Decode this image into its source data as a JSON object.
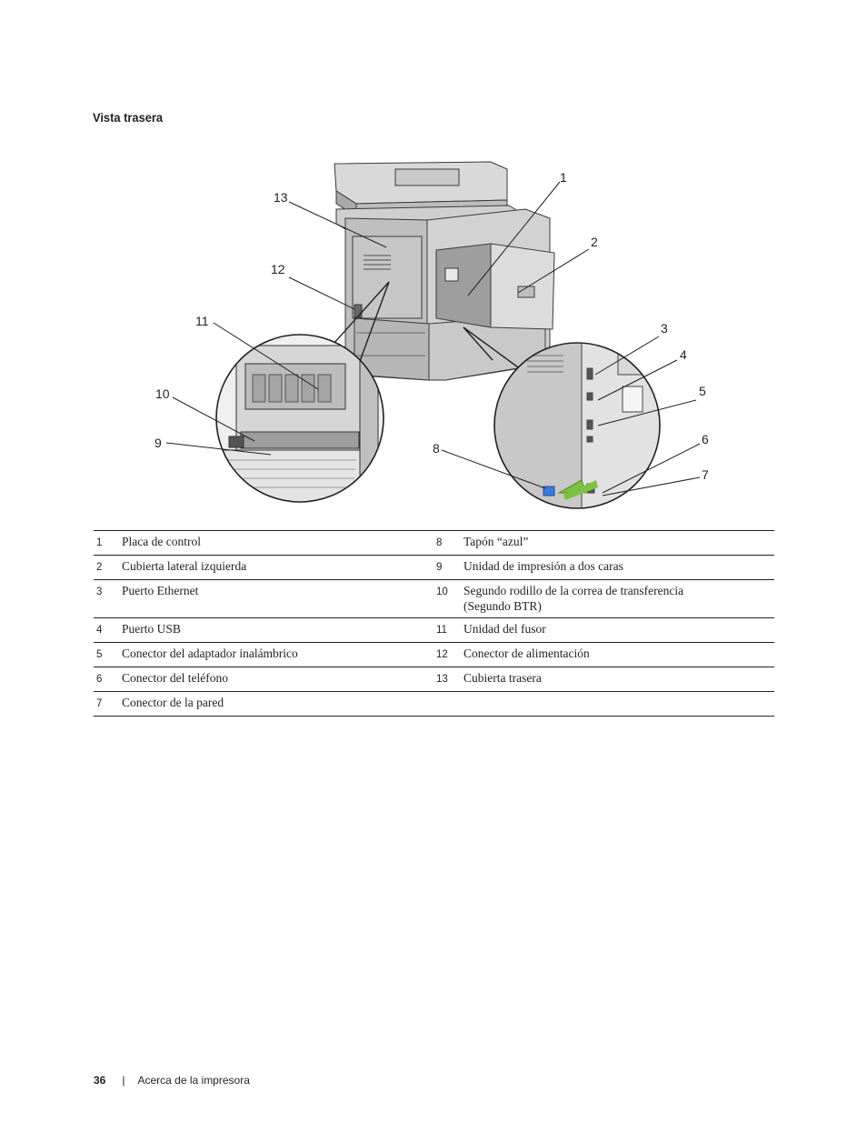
{
  "section_title": "Vista trasera",
  "callouts": [
    "1",
    "2",
    "3",
    "4",
    "5",
    "6",
    "7",
    "8",
    "9",
    "10",
    "11",
    "12",
    "13"
  ],
  "legend": [
    {
      "left_num": "1",
      "left_label": "Placa de control",
      "right_num": "8",
      "right_label": "Tapón “azul”"
    },
    {
      "left_num": "2",
      "left_label": "Cubierta lateral izquierda",
      "right_num": "9",
      "right_label": "Unidad de impresión a dos caras"
    },
    {
      "left_num": "3",
      "left_label": "Puerto Ethernet",
      "right_num": "10",
      "right_label": "Segundo rodillo de la correa de transferencia",
      "right_label_2": "(Segundo BTR)"
    },
    {
      "left_num": "4",
      "left_label": "Puerto USB",
      "right_num": "11",
      "right_label": "Unidad del fusor"
    },
    {
      "left_num": "5",
      "left_label": "Conector del adaptador inalámbrico",
      "right_num": "12",
      "right_label": "Conector de alimentación"
    },
    {
      "left_num": "6",
      "left_label": "Conector del teléfono",
      "right_num": "13",
      "right_label": "Cubierta trasera"
    },
    {
      "left_num": "7",
      "left_label": "Conector de la pared",
      "right_num": "",
      "right_label": ""
    }
  ],
  "footer": {
    "page_number": "36",
    "separator": "|",
    "chapter": "Acerca de la impresora"
  }
}
